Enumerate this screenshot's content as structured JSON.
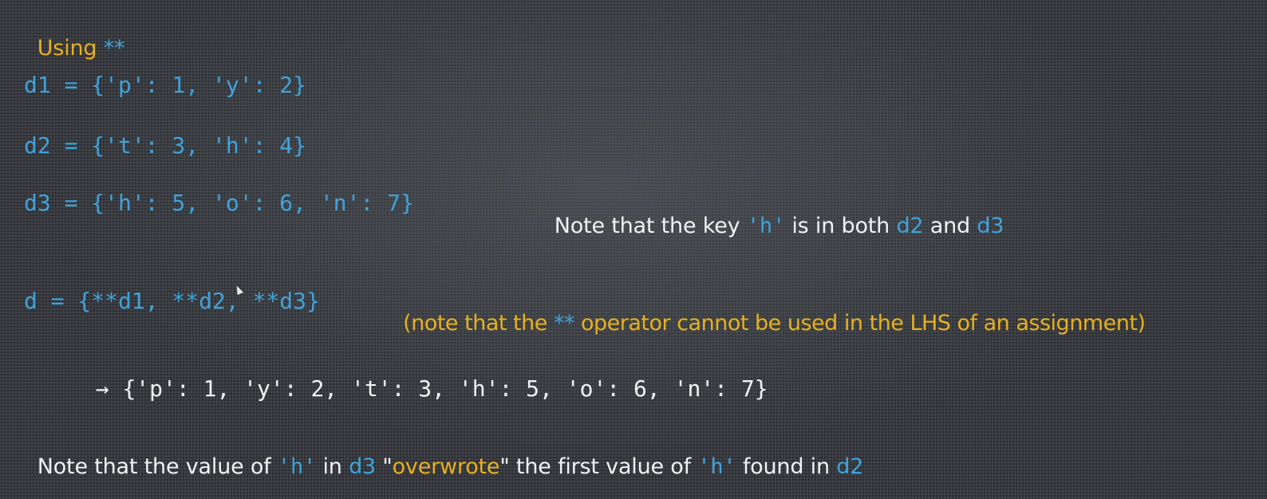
{
  "heading": {
    "prefix": "Using ",
    "operator": "**"
  },
  "code": {
    "d1": "d1 = {'p': 1, 'y': 2}",
    "d2": "d2 = {'t': 3, 'h': 4}",
    "d3": "d3 = {'h': 5, 'o': 6, 'n': 7}",
    "merge": "d = {**d1, **d2, **d3}",
    "result_arrow": "→ ",
    "result": "{'p': 1, 'y': 2, 't': 3, 'h': 5, 'o': 6, 'n': 7}"
  },
  "note1": {
    "t1": "Note that the key ",
    "key": "'h'",
    "t2": " is in both ",
    "d2": "d2",
    "t3": " and ",
    "d3": "d3"
  },
  "note2": {
    "t1": "(note that the ",
    "op": "**",
    "t2": " operator cannot be used in the LHS of an assignment)"
  },
  "note3": {
    "t1": "Note that the value of ",
    "key1": "'h'",
    "t2": " in ",
    "d3": "d3",
    "t3": " \"",
    "overwrote": "overwrote",
    "t4": "\" the first value of ",
    "key2": "'h'",
    "t5": " found in ",
    "d2": "d2"
  },
  "colors": {
    "background": "#3a3d42",
    "code_blue": "#3fa3dc",
    "accent_yellow": "#e8b020",
    "text_white": "#f2f2f2"
  }
}
